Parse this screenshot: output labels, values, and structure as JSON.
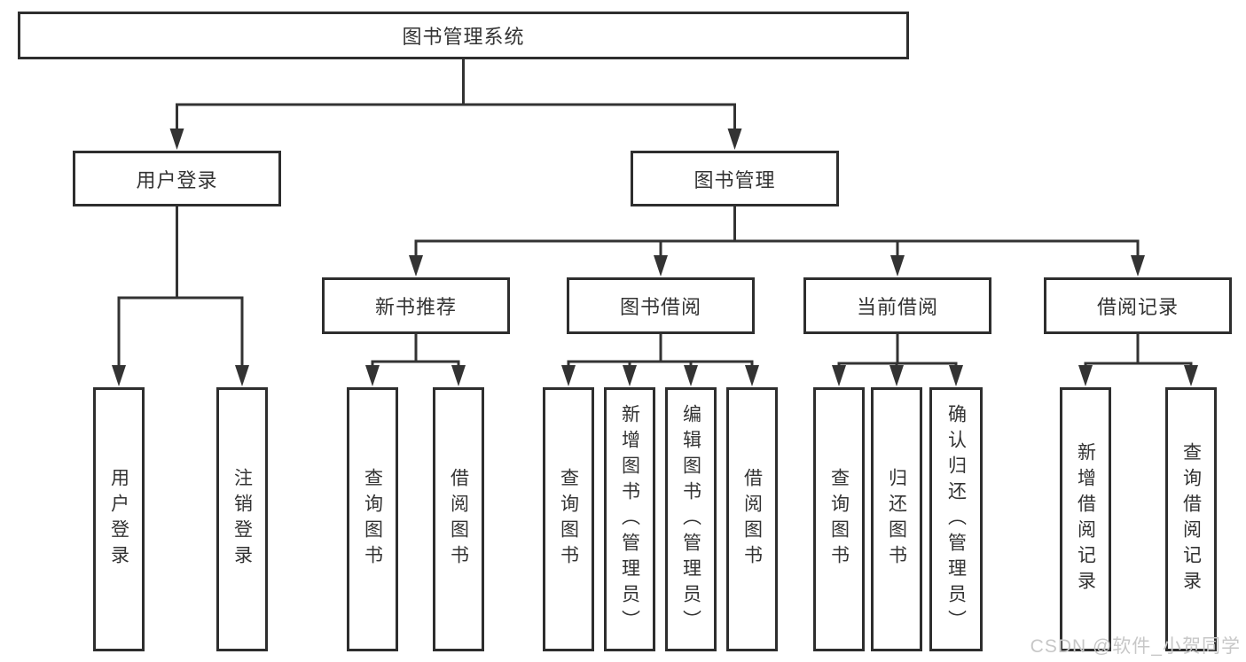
{
  "diagram": {
    "title": "图书管理系统",
    "nodes": {
      "sys": {
        "label": "图书管理系统"
      },
      "login": {
        "label": "用户登录"
      },
      "mgmt": {
        "label": "图书管理"
      },
      "rec": {
        "label": "新书推荐"
      },
      "borrow": {
        "label": "图书借阅"
      },
      "current": {
        "label": "当前借阅"
      },
      "record": {
        "label": "借阅记录"
      },
      "login_user": {
        "label": "用户登录"
      },
      "login_logout": {
        "label": "注销登录"
      },
      "rec_query": {
        "label": "查询图书"
      },
      "rec_borrow": {
        "label": "借阅图书"
      },
      "borrow_query": {
        "label": "查询图书"
      },
      "borrow_add": {
        "label": "新增图书（管理员）"
      },
      "borrow_edit": {
        "label": "编辑图书（管理员）"
      },
      "borrow_borrow": {
        "label": "借阅图书"
      },
      "cur_query": {
        "label": "查询图书"
      },
      "cur_return": {
        "label": "归还图书"
      },
      "cur_confirm": {
        "label": "确认归还（管理员）"
      },
      "record_add": {
        "label": "新增借阅记录"
      },
      "record_query": {
        "label": "查询借阅记录"
      }
    },
    "hierarchy": [
      {
        "parent": "sys",
        "children": [
          "login",
          "mgmt"
        ]
      },
      {
        "parent": "login",
        "children": [
          "login_user",
          "login_logout"
        ]
      },
      {
        "parent": "mgmt",
        "children": [
          "rec",
          "borrow",
          "current",
          "record"
        ]
      },
      {
        "parent": "rec",
        "children": [
          "rec_query",
          "rec_borrow"
        ]
      },
      {
        "parent": "borrow",
        "children": [
          "borrow_query",
          "borrow_add",
          "borrow_edit",
          "borrow_borrow"
        ]
      },
      {
        "parent": "current",
        "children": [
          "cur_query",
          "cur_return",
          "cur_confirm"
        ]
      },
      {
        "parent": "record",
        "children": [
          "record_add",
          "record_query"
        ]
      }
    ]
  },
  "watermark": {
    "text": "CSDN @软件_小贺同学"
  },
  "colors": {
    "line": "#333333",
    "box_border": "#2e2e2e",
    "text": "#333333",
    "background": "#ffffff",
    "watermark": "#c7c7c7"
  }
}
